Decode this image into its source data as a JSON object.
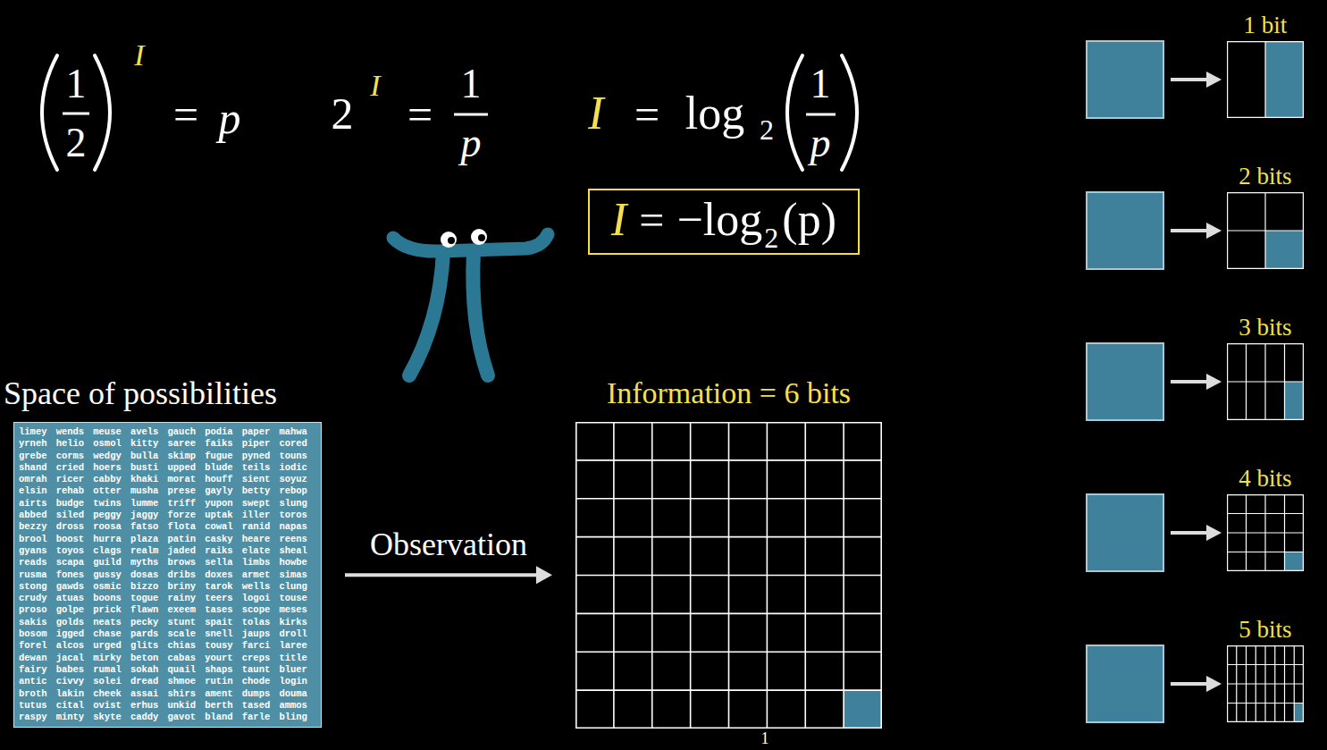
{
  "diagram": {
    "nodes": [
      {
        "text": [
          "I",
          "=",
          "−log",
          "2",
          "(p)"
        ]
      },
      {
        "text": [
          "Space of possibilities",
          "limey",
          "wends",
          "meuse",
          "avels",
          "gauch",
          "podia",
          "paper",
          "mahwa",
          "yrneh",
          "helio",
          "osmol",
          "kitty",
          "saree",
          "faiks",
          "piper",
          "cored",
          "grebe",
          "corms",
          "wedgy",
          "bulla",
          "skimp",
          "fugue",
          "pyned",
          "touns",
          "shand",
          "cried",
          "hoers",
          "busti",
          "upped",
          "blude",
          "teils",
          "iodic",
          "omrah",
          "ricer",
          "cabby",
          "khaki",
          "morat",
          "houff",
          "sient",
          "soyuz",
          "elsin",
          "rehab",
          "otter",
          "musha",
          "prese",
          "gayly",
          "betty",
          "rebop",
          "airts",
          "budge",
          "twins",
          "lumme",
          "triff",
          "yupon",
          "swept",
          "slung",
          "abbed",
          "siled",
          "peggy",
          "jaggy",
          "forze",
          "uptak",
          "iller",
          "toros",
          "bezzy",
          "dross",
          "roosa",
          "fatso",
          "flota",
          "cowal",
          "ranid",
          "napas",
          "brool",
          "boost",
          "hurra",
          "plaza",
          "patin",
          "casky",
          "heare",
          "reens",
          "gyans",
          "toyos",
          "clags",
          "realm",
          "jaded",
          "raiks",
          "elate",
          "sheal",
          "reads",
          "scapa",
          "guild",
          "myths",
          "brows",
          "sella",
          "limbs",
          "howbe",
          "rusma",
          "fones",
          "gussy",
          "dosas",
          "dribs",
          "doxes",
          "armet",
          "simas",
          "stong",
          "gawds",
          "osmic",
          "bizzo",
          "briny",
          "tarok",
          "wells",
          "clung",
          "crudy",
          "atuas",
          "boons",
          "togue",
          "rainy",
          "teers",
          "logoi",
          "touse",
          "proso",
          "golpe",
          "prick",
          "flawn",
          "exeem",
          "tases",
          "scope",
          "meses",
          "sakis",
          "golds",
          "neats",
          "pecky",
          "stunt",
          "spait",
          "tolas",
          "kirks",
          "bosom",
          "igged",
          "chase",
          "pards",
          "scale",
          "snell",
          "jaups",
          "droll",
          "forel",
          "alcos",
          "urged",
          "glits",
          "chias",
          "tousy",
          "farci",
          "laree",
          "dewan",
          "jacal",
          "mirky",
          "beton",
          "cabas",
          "yourt",
          "creps",
          "title",
          "fairy",
          "babes",
          "rumal",
          "sokah",
          "quail",
          "shaps",
          "taunt",
          "bluer",
          "antic",
          "civvy",
          "solei",
          "dread",
          "shmoe",
          "rutin",
          "chode",
          "login",
          "broth",
          "lakin",
          "cheek",
          "assai",
          "shirs",
          "ament",
          "dumps",
          "douma",
          "tutus",
          "cital",
          "ovist",
          "erhus",
          "unkid",
          "berth",
          "tased",
          "ammos",
          "raspy",
          "minty",
          "skyte",
          "caddy",
          "gavot",
          "bland",
          "farle",
          "bling"
        ]
      },
      {
        "text": [
          "Information = 6 bits"
        ]
      },
      {
        "text": [
          "1 bit"
        ]
      },
      {
        "text": [
          "2 bits"
        ]
      },
      {
        "text": [
          "3 bits"
        ]
      },
      {
        "text": [
          "4 bits"
        ]
      },
      {
        "text": [
          "5 bits"
        ]
      }
    ],
    "edges": [
      {
        "from": 1,
        "to": 2,
        "arrow": "to",
        "label": "Observation"
      }
    ],
    "labels": [
      "1",
      "2",
      "I",
      "=",
      "p",
      "2",
      "I",
      "=",
      "1",
      "p",
      "I",
      "=",
      "log",
      "2",
      "1",
      "p",
      "1"
    ]
  }
}
